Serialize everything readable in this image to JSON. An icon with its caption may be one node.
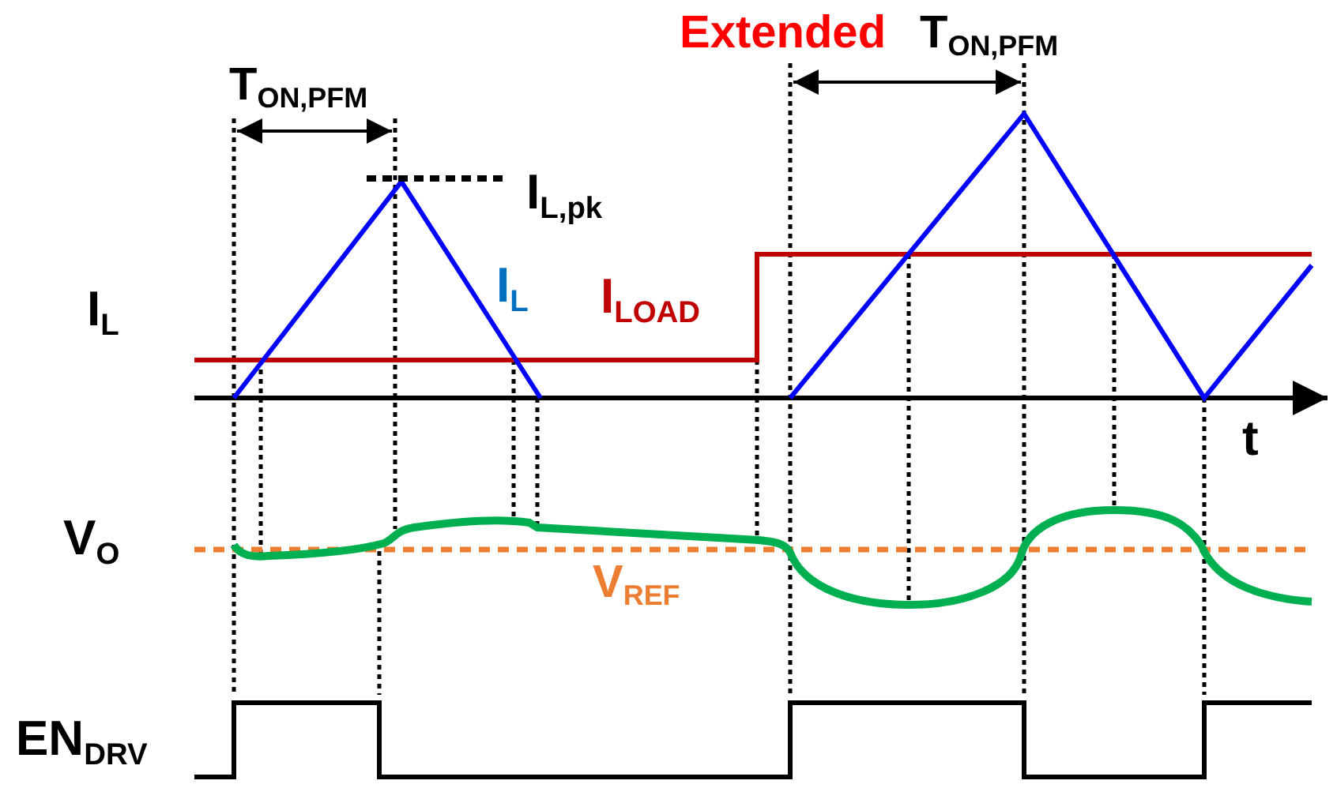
{
  "diagram": {
    "labels": [
      "Extended",
      "T$_{ON,PFM}$",
      "T$_{ON,PFM}$",
      "I$_{L,pk}$",
      "I$_{L}$",
      "I$_{L}$",
      "I$_{LOAD}$",
      "t",
      "V$_{O}$",
      "V$_{REF}$",
      "EN$_{DRV}$"
    ]
  }
}
